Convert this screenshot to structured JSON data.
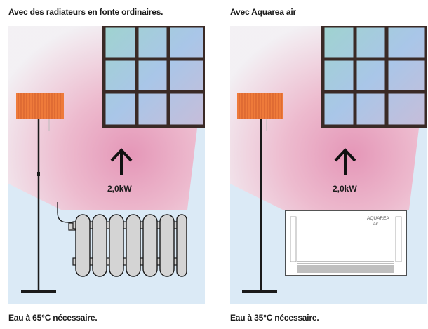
{
  "left": {
    "title": "Avec des radiateurs en fonte ordinaires.",
    "power": "2,0kW",
    "footer": "Eau à 65°C nécessaire."
  },
  "right": {
    "title": "Avec Aquarea air",
    "power": "2,0kW",
    "footer": "Eau à 35°C nécessaire.",
    "unit_brand": "AQUAREA",
    "unit_sub": "air"
  },
  "colors": {
    "panel_bg": "#dbeaf6",
    "heat_pink": "#e9a3bf",
    "lampshade": "#ee7a3a",
    "window_frame": "#3a2a26",
    "radiator": "#d4d4d4",
    "arrow": "#111111"
  },
  "icons": [
    "floor-lamp-icon",
    "window-icon",
    "up-arrow-icon",
    "cast-iron-radiator-icon",
    "aquarea-air-unit-icon"
  ]
}
